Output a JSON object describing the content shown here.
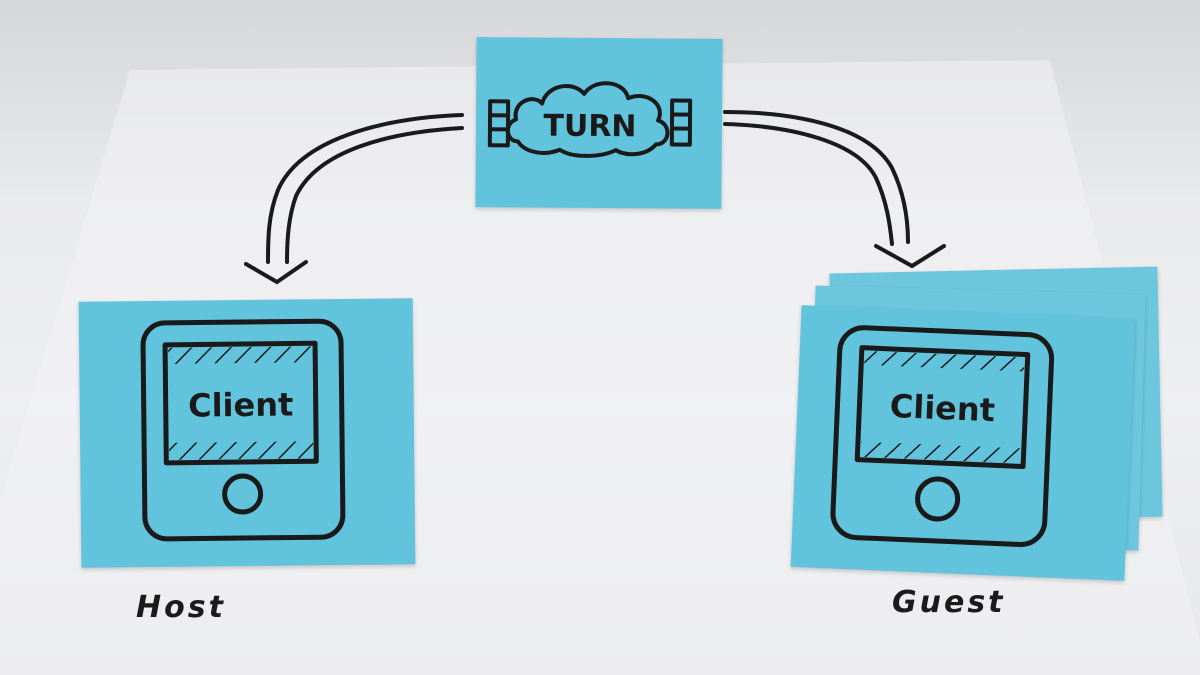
{
  "diagram": {
    "server": {
      "label": "TURN"
    },
    "host": {
      "device_label": "Client",
      "caption": "Host"
    },
    "guest": {
      "device_label": "Client",
      "caption": "Guest"
    }
  },
  "colors": {
    "sticky_note": "#62c3dc",
    "ink": "#1a1a1a",
    "paper": "#eeeff1"
  }
}
